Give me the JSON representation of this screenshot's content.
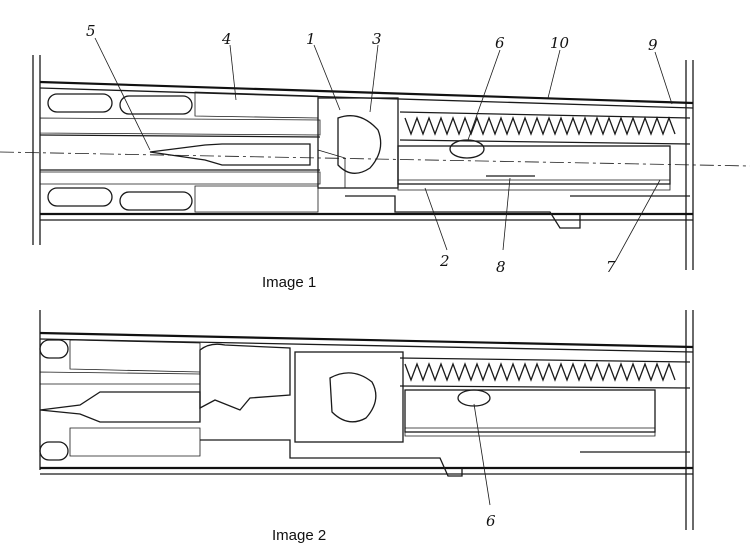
{
  "figure1": {
    "caption": "Image 1",
    "labels": {
      "l1": "1",
      "l2": "2",
      "l3": "3",
      "l4": "4",
      "l5": "5",
      "l6": "6",
      "l7": "7",
      "l8": "8",
      "l9": "9",
      "l10": "10"
    }
  },
  "figure2": {
    "caption": "Image 2",
    "labels": {
      "l6": "6"
    }
  }
}
